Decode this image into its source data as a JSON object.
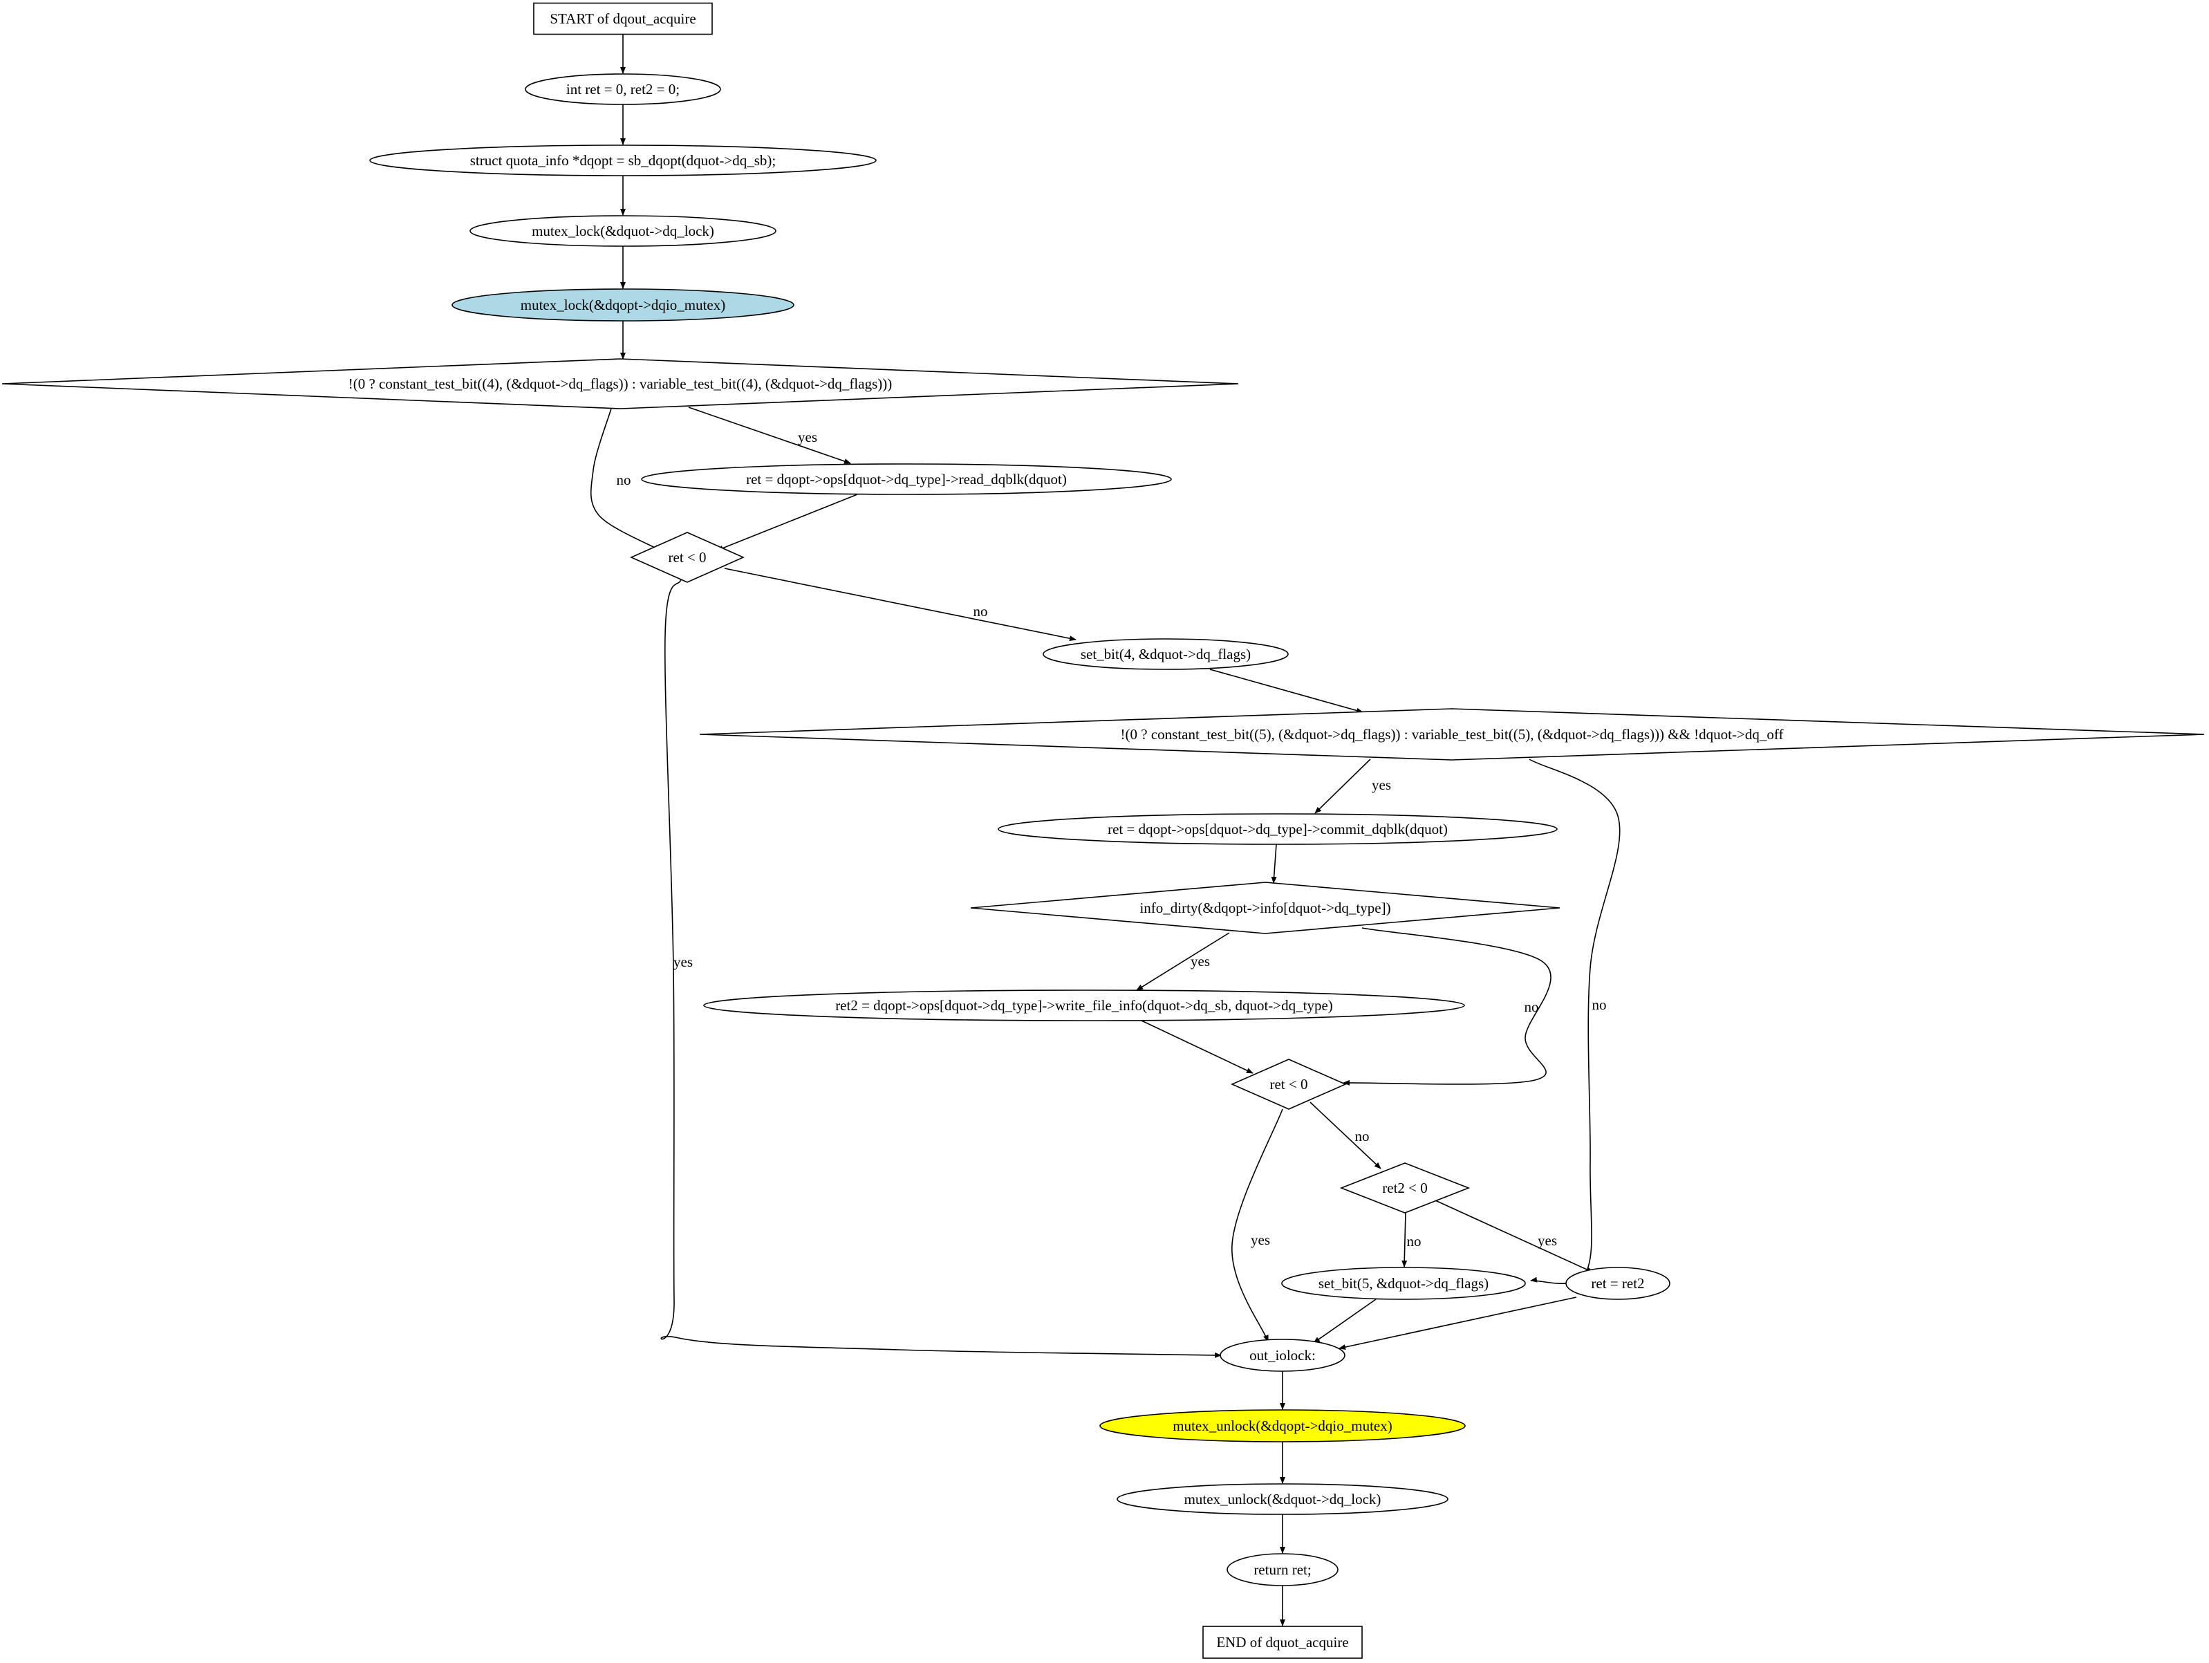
{
  "diagram": {
    "colors": {
      "highlight_lock": "#add8e6",
      "highlight_unlock": "#ffff00",
      "stroke": "#000000",
      "fill": "#ffffff"
    },
    "nodes": {
      "start": {
        "label": "START of dqout_acquire",
        "shape": "box"
      },
      "init": {
        "label": "int ret = 0, ret2 = 0;",
        "shape": "ellipse"
      },
      "dqopt": {
        "label": "struct quota_info *dqopt = sb_dqopt(dquot->dq_sb);",
        "shape": "ellipse"
      },
      "lock1": {
        "label": "mutex_lock(&dquot->dq_lock)",
        "shape": "ellipse"
      },
      "lock2": {
        "label": "mutex_lock(&dqopt->dqio_mutex)",
        "shape": "ellipse",
        "fill": "highlight_lock"
      },
      "cond_read": {
        "label": "!(0 ? constant_test_bit((4), (&dquot->dq_flags)) : variable_test_bit((4), (&dquot->dq_flags)))",
        "shape": "diamond"
      },
      "read": {
        "label": "ret = dqopt->ops[dquot->dq_type]->read_dqblk(dquot)",
        "shape": "ellipse"
      },
      "ret_lt0_a": {
        "label": "ret < 0",
        "shape": "diamond"
      },
      "setbit4": {
        "label": "set_bit(4, &dquot->dq_flags)",
        "shape": "ellipse"
      },
      "cond_commit": {
        "label": "!(0 ? constant_test_bit((5), (&dquot->dq_flags)) : variable_test_bit((5), (&dquot->dq_flags))) && !dquot->dq_off",
        "shape": "diamond"
      },
      "commit": {
        "label": "ret = dqopt->ops[dquot->dq_type]->commit_dqblk(dquot)",
        "shape": "ellipse"
      },
      "info_dirty": {
        "label": "info_dirty(&dqopt->info[dquot->dq_type])",
        "shape": "diamond"
      },
      "write_info": {
        "label": "ret2 = dqopt->ops[dquot->dq_type]->write_file_info(dquot->dq_sb, dquot->dq_type)",
        "shape": "ellipse"
      },
      "ret_lt0_b": {
        "label": "ret < 0",
        "shape": "diamond"
      },
      "ret2_lt0": {
        "label": "ret2 < 0",
        "shape": "diamond"
      },
      "setbit5": {
        "label": "set_bit(5, &dquot->dq_flags)",
        "shape": "ellipse"
      },
      "ret_eq_ret2": {
        "label": "ret = ret2",
        "shape": "ellipse"
      },
      "out_iolock": {
        "label": "out_iolock:",
        "shape": "ellipse"
      },
      "unlock2": {
        "label": "mutex_unlock(&dqopt->dqio_mutex)",
        "shape": "ellipse",
        "fill": "highlight_unlock"
      },
      "unlock1": {
        "label": "mutex_unlock(&dquot->dq_lock)",
        "shape": "ellipse"
      },
      "return": {
        "label": "return ret;",
        "shape": "ellipse"
      },
      "end": {
        "label": "END of dquot_acquire",
        "shape": "box"
      }
    },
    "edges": [
      {
        "from": "start",
        "to": "init",
        "label": ""
      },
      {
        "from": "init",
        "to": "dqopt",
        "label": ""
      },
      {
        "from": "dqopt",
        "to": "lock1",
        "label": ""
      },
      {
        "from": "lock1",
        "to": "lock2",
        "label": ""
      },
      {
        "from": "lock2",
        "to": "cond_read",
        "label": ""
      },
      {
        "from": "cond_read",
        "to": "read",
        "label": "yes"
      },
      {
        "from": "cond_read",
        "to": "ret_lt0_a",
        "label": "no"
      },
      {
        "from": "read",
        "to": "ret_lt0_a",
        "label": ""
      },
      {
        "from": "ret_lt0_a",
        "to": "setbit4",
        "label": "no"
      },
      {
        "from": "ret_lt0_a",
        "to": "out_iolock",
        "label": "yes"
      },
      {
        "from": "setbit4",
        "to": "cond_commit",
        "label": ""
      },
      {
        "from": "cond_commit",
        "to": "commit",
        "label": "yes"
      },
      {
        "from": "cond_commit",
        "to": "setbit5",
        "label": "no"
      },
      {
        "from": "commit",
        "to": "info_dirty",
        "label": ""
      },
      {
        "from": "info_dirty",
        "to": "write_info",
        "label": "yes"
      },
      {
        "from": "info_dirty",
        "to": "ret_lt0_b",
        "label": "no"
      },
      {
        "from": "write_info",
        "to": "ret_lt0_b",
        "label": ""
      },
      {
        "from": "ret_lt0_b",
        "to": "ret2_lt0",
        "label": "no"
      },
      {
        "from": "ret_lt0_b",
        "to": "out_iolock",
        "label": "yes"
      },
      {
        "from": "ret2_lt0",
        "to": "setbit5",
        "label": "no"
      },
      {
        "from": "ret2_lt0",
        "to": "ret_eq_ret2",
        "label": "yes"
      },
      {
        "from": "setbit5",
        "to": "out_iolock",
        "label": ""
      },
      {
        "from": "ret_eq_ret2",
        "to": "out_iolock",
        "label": ""
      },
      {
        "from": "out_iolock",
        "to": "unlock2",
        "label": ""
      },
      {
        "from": "unlock2",
        "to": "unlock1",
        "label": ""
      },
      {
        "from": "unlock1",
        "to": "return",
        "label": ""
      },
      {
        "from": "return",
        "to": "end",
        "label": ""
      }
    ]
  }
}
